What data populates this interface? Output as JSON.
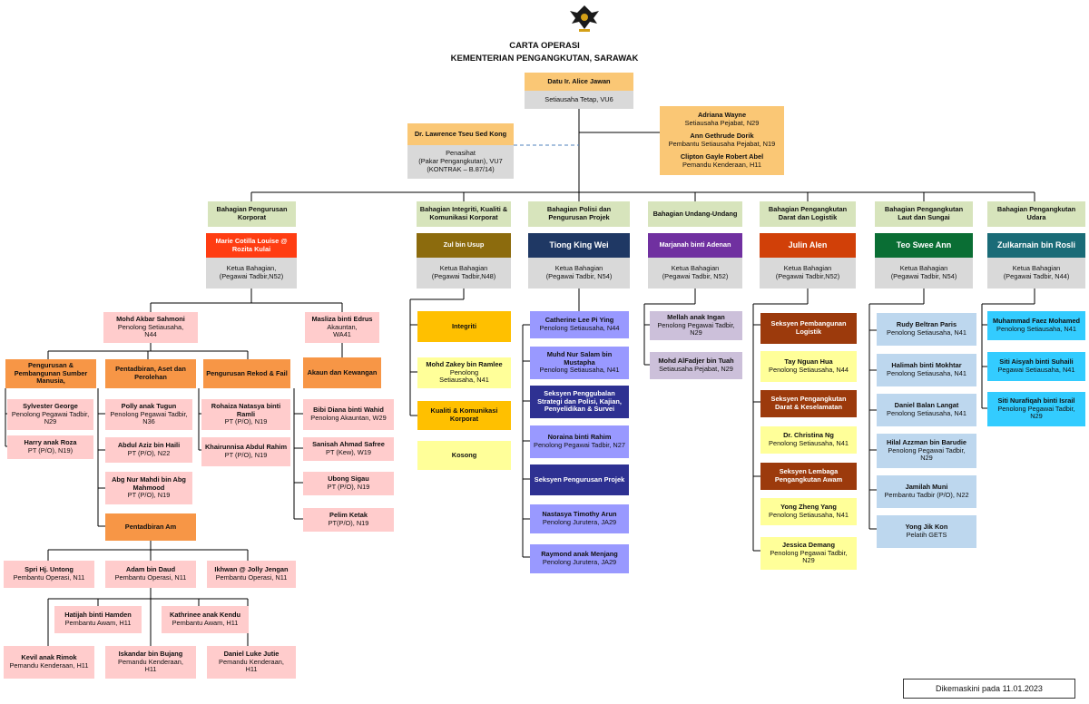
{
  "header": {
    "title": "CARTA OPERASI",
    "subtitle": "KEMENTERIAN PENGANGKUTAN, SARAWAK",
    "logo_icon": "sarawak-coat-of-arms-icon"
  },
  "colors": {
    "line": "#000000",
    "dashed_line": "#4f81bd",
    "division_header": "#d7e4bc",
    "grey": "#d9d9d9",
    "head_gold": "#fac775",
    "red_orange": "#ff3d12",
    "olive": "#8c6b0d",
    "navy": "#1f3864",
    "purple": "#7030a0",
    "orange_red": "#d14008",
    "green": "#0a6e34",
    "teal": "#1a6b77",
    "pink": "#ffcccc",
    "orange": "#f79646",
    "yellow_gold": "#ffc000",
    "pale_yellow": "#ffff99",
    "indigo": "#2e3192",
    "lavender": "#9999ff",
    "mauve": "#ccc0da",
    "rust": "#9c3a0c",
    "light_blue": "#bdd7ee",
    "cyan": "#33ccff"
  },
  "top": {
    "head_name": "Datu Ir. Alice Jawan",
    "head_title": "Setiausaha Tetap, VU6",
    "adviser_name": "Dr. Lawrence Tseu Sed Kong",
    "adviser_title": "Penasihat",
    "adviser_sub": "(Pakar Pengangkutan), VU7",
    "adviser_contract": "(KONTRAK – B.87/14)",
    "office": [
      {
        "name": "Adriana Wayne",
        "title": "Setiausaha Pejabat, N29"
      },
      {
        "name": "Ann Gethrude Dorik",
        "title": "Pembantu Setiausaha Pejabat, N19"
      },
      {
        "name": "Clipton Gayle Robert Abel",
        "title": "Pemandu Kenderaan, H11"
      }
    ]
  },
  "divisions": [
    {
      "header": "Bahagian Pengurusan Korporat",
      "head": "Marie Cotilla Louise @ Rozita Kulai",
      "role": "Ketua Bahagian,",
      "grade": "(Pegawai Tadbir,N52)"
    },
    {
      "header": "Bahagian Integriti, Kualiti & Komunikasi Korporat",
      "head": "Zul bin Usup",
      "role": "Ketua Bahagian",
      "grade": "(Pegawai Tadbir,N48)"
    },
    {
      "header": "Bahagian Polisi dan Pengurusan Projek",
      "head": "Tiong King Wei",
      "role": "Ketua Bahagian",
      "grade": "(Pegawai Tadbir, N54)"
    },
    {
      "header": "Bahagian Undang-Undang",
      "head": "Marjanah binti Adenan",
      "role": "Ketua Bahagian",
      "grade": "(Pegawai Tadbir, N52)"
    },
    {
      "header": "Bahagian Pengangkutan Darat dan Logistik",
      "head": "Julin Alen",
      "role": "Ketua Bahagian",
      "grade": "(Pegawai Tadbir,N52)"
    },
    {
      "header": "Bahagian Pengangkutan Laut dan Sungai",
      "head": "Teo Swee Ann",
      "role": "Ketua Bahagian",
      "grade": "(Pegawai Tadbir, N54)"
    },
    {
      "header": "Bahagian Pengangkutan Udara",
      "head": "Zulkarnain bin Rosli",
      "role": "Ketua Bahagian",
      "grade": "(Pegawai Tadbir, N44)"
    }
  ],
  "korporat": {
    "akbar": {
      "name": "Mohd Akbar Sahmoni",
      "title": "Penolong Setiausaha,",
      "grade": "N44"
    },
    "masliza": {
      "name": "Masliza binti Edrus",
      "title": "Akauntan,",
      "grade": "WA41"
    },
    "unit_pengurusan": "Pengurusan & Pembangunan Sumber Manusia,",
    "unit_pentadbiran": "Pentadbiran, Aset dan Perolehan",
    "unit_rekod": "Pengurusan Rekod & Fail",
    "unit_akaun": "Akaun dan Kewangan",
    "unit_am": "Pentadbiran Am",
    "sylvester": {
      "name": "Sylvester George",
      "title": "Penolong Pegawai Tadbir, N29"
    },
    "harry": {
      "name": "Harry anak Roza",
      "title": "PT (P/O), N19)"
    },
    "polly": {
      "name": "Polly anak Tugun",
      "title": "Penolong Pegawai Tadbir, N36"
    },
    "abdul_aziz": {
      "name": "Abdul Aziz bin Haili",
      "title": "PT (P/O), N22"
    },
    "abg_nur": {
      "name": "Abg Nur Mahdi bin Abg Mahmood",
      "title": "PT (P/O), N19"
    },
    "rohaiza": {
      "name": "Rohaiza Natasya binti Ramli",
      "title": "PT (P/O), N19"
    },
    "khairunnisa": {
      "name": "Khairunnisa Abdul Rahim",
      "title": "PT (P/O), N19"
    },
    "bibi": {
      "name": "Bibi Diana binti Wahid",
      "title": "Penolong Akauntan, W29"
    },
    "sanisah": {
      "name": "Sanisah Ahmad Safree",
      "title": "PT (Kew), W19"
    },
    "ubong": {
      "name": "Ubong Sigau",
      "title": "PT (P/O), N19"
    },
    "pelim": {
      "name": "Pelim Ketak",
      "title": "PT(P/O), N19"
    },
    "spri": {
      "name": "Spri Hj. Untong",
      "title": "Pembantu Operasi, N11"
    },
    "adam": {
      "name": "Adam bin Daud",
      "title": "Pembantu Operasi, N11"
    },
    "ikhwan": {
      "name": "Ikhwan @ Jolly Jengan",
      "title": "Pembantu Operasi, N11"
    },
    "hatijah": {
      "name": "Hatijah binti Hamden",
      "title": "Pembantu Awam, H11"
    },
    "kathrinee": {
      "name": "Kathrinee anak Kendu",
      "title": "Pembantu Awam, H11"
    },
    "kevil": {
      "name": "Kevil anak Rimok",
      "title": "Pemandu Kenderaan, H11"
    },
    "iskandar": {
      "name": "Iskandar bin Bujang",
      "title": "Pemandu Kenderaan,",
      "grade": "H11"
    },
    "daniel_luke": {
      "name": "Daniel Luke Jutie",
      "title": "Pemandu Kenderaan,",
      "grade": "H11"
    }
  },
  "integriti": {
    "unit_integriti": "Integriti",
    "zakey": {
      "name": "Mohd Zakey bin Ramlee",
      "title": "Penolong",
      "grade": "Setiausaha, N41"
    },
    "unit_kualiti": "Kualiti & Komunikasi Korporat",
    "kosong": "Kosong"
  },
  "polisi": {
    "catherine": {
      "name": "Catherine Lee Pi Ying",
      "title": "Penolong Setiausaha, N44"
    },
    "muhd_nur": {
      "name": "Muhd Nur Salam bin Mustapha",
      "title": "Penolong Setiausaha, N41"
    },
    "seksyen_penggubalan": "Seksyen Penggubalan Strategi dan Polisi, Kajian, Penyelidikan & Survei",
    "noraina": {
      "name": "Noraina binti Rahim",
      "title": "Penolong Pegawai Tadbir, N27"
    },
    "seksyen_projek": "Seksyen Pengurusan Projek",
    "nastasya": {
      "name": "Nastasya Timothy Arun",
      "title": "Penolong Jurutera, JA29"
    },
    "raymond": {
      "name": "Raymond anak Menjang",
      "title": "Penolong Jurutera, JA29"
    }
  },
  "undang": {
    "mellah": {
      "name": "Mellah anak Ingan",
      "title": "Penolong Pegawai Tadbir,",
      "grade": "N29"
    },
    "alfadjer": {
      "name": "Mohd AlFadjer bin Tuah",
      "title": "Setiausaha Pejabat, N29"
    }
  },
  "darat": {
    "seksyen_logistik": "Seksyen Pembangunan Logistik",
    "tay": {
      "name": "Tay Nguan Hua",
      "title": "Penolong Setiausaha, N44"
    },
    "seksyen_keselamatan": "Seksyen Pengangkutan Darat & Keselamatan",
    "christina": {
      "name": "Dr. Christina Ng",
      "title": "Penolong Setiausaha, N41"
    },
    "seksyen_lembaga": "Seksyen Lembaga Pengangkutan Awam",
    "yong_zheng": {
      "name": "Yong Zheng Yang",
      "title": "Penolong Setiausaha, N41"
    },
    "jessica": {
      "name": "Jessica Demang",
      "title": "Penolong Pegawai Tadbir,",
      "grade": "N29"
    }
  },
  "laut": {
    "rudy": {
      "name": "Rudy Beltran Paris",
      "title": "Penolong Setiausaha, N41"
    },
    "halimah": {
      "name": "Halimah binti Mokhtar",
      "title": "Penolong Setiausaha, N41"
    },
    "daniel_balan": {
      "name": "Daniel Balan Langat",
      "title": "Penolong Setiausaha, N41"
    },
    "hilal": {
      "name": "Hilal Azzman bin Barudie",
      "title": "Penolong Pegawai Tadbir,",
      "grade": "N29"
    },
    "jamilah": {
      "name": "Jamilah Muni",
      "title": "Pembantu Tadbir (P/O), N22"
    },
    "yong_jik": {
      "name": "Yong Jik Kon",
      "title": "Pelatih GETS"
    }
  },
  "udara": {
    "faez": {
      "name": "Muhammad Faez Mohamed",
      "title": "Penolong Setiausaha, N41"
    },
    "aisyah": {
      "name": "Siti Aisyah binti Suhaili",
      "title": "Pegawai Setiausaha, N41"
    },
    "nurafiqah": {
      "name": "Siti Nurafiqah binti Israil",
      "title": "Penolong Pegawai Tadbir,",
      "grade": "N29"
    }
  },
  "footer": {
    "updated": "Dikemaskini pada 11.01.2023"
  }
}
